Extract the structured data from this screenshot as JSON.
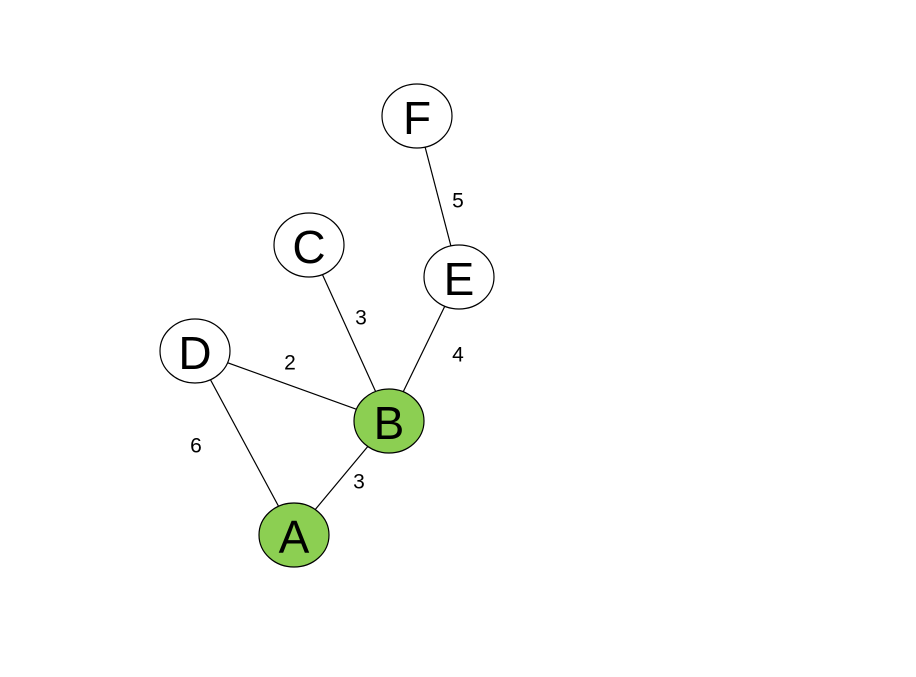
{
  "graph": {
    "nodes": [
      {
        "id": "F",
        "label": "F",
        "visited": false
      },
      {
        "id": "C",
        "label": "C",
        "visited": false
      },
      {
        "id": "E",
        "label": "E",
        "visited": false
      },
      {
        "id": "D",
        "label": "D",
        "visited": false
      },
      {
        "id": "B",
        "label": "B",
        "visited": true
      },
      {
        "id": "A",
        "label": "A",
        "visited": true
      }
    ],
    "edges": [
      {
        "from": "F",
        "to": "E",
        "weight": "5"
      },
      {
        "from": "C",
        "to": "B",
        "weight": "3"
      },
      {
        "from": "E",
        "to": "B",
        "weight": "4"
      },
      {
        "from": "D",
        "to": "B",
        "weight": "2"
      },
      {
        "from": "D",
        "to": "A",
        "weight": "6"
      },
      {
        "from": "B",
        "to": "A",
        "weight": "3"
      }
    ]
  },
  "colors": {
    "visited_fill": "#8ccf52",
    "unvisited_fill": "#ffffff",
    "stroke": "#000000"
  }
}
